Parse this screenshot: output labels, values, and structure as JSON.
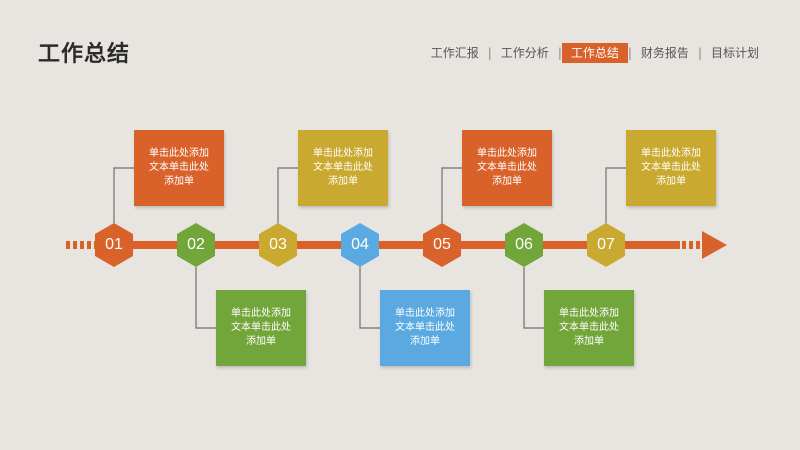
{
  "title": "工作总结",
  "nav": {
    "items": [
      "工作汇报",
      "工作分析",
      "工作总结",
      "财务报告",
      "目标计划"
    ],
    "active_index": 2
  },
  "colors": {
    "orange": "#d9622b",
    "green": "#72a53a",
    "yellow": "#c9a92f",
    "blue": "#5aa9e1",
    "arrow": "#d9622b",
    "background": "#e8e5e1"
  },
  "steps": [
    {
      "number": "01",
      "color": "#d9622b",
      "text": "单击此处添加文本单击此处添加单",
      "position": "top"
    },
    {
      "number": "02",
      "color": "#72a53a",
      "text": "单击此处添加文本单击此处添加单",
      "position": "bottom"
    },
    {
      "number": "03",
      "color": "#c9a92f",
      "text": "单击此处添加文本单击此处添加单",
      "position": "top"
    },
    {
      "number": "04",
      "color": "#5aa9e1",
      "text": "单击此处添加文本单击此处添加单",
      "position": "bottom"
    },
    {
      "number": "05",
      "color": "#d9622b",
      "text": "单击此处添加文本单击此处添加单",
      "position": "top"
    },
    {
      "number": "06",
      "color": "#72a53a",
      "text": "单击此处添加文本单击此处添加单",
      "position": "bottom"
    },
    {
      "number": "07",
      "color": "#c9a92f",
      "text": "单击此处添加文本单击此处添加单",
      "position": "top"
    }
  ]
}
